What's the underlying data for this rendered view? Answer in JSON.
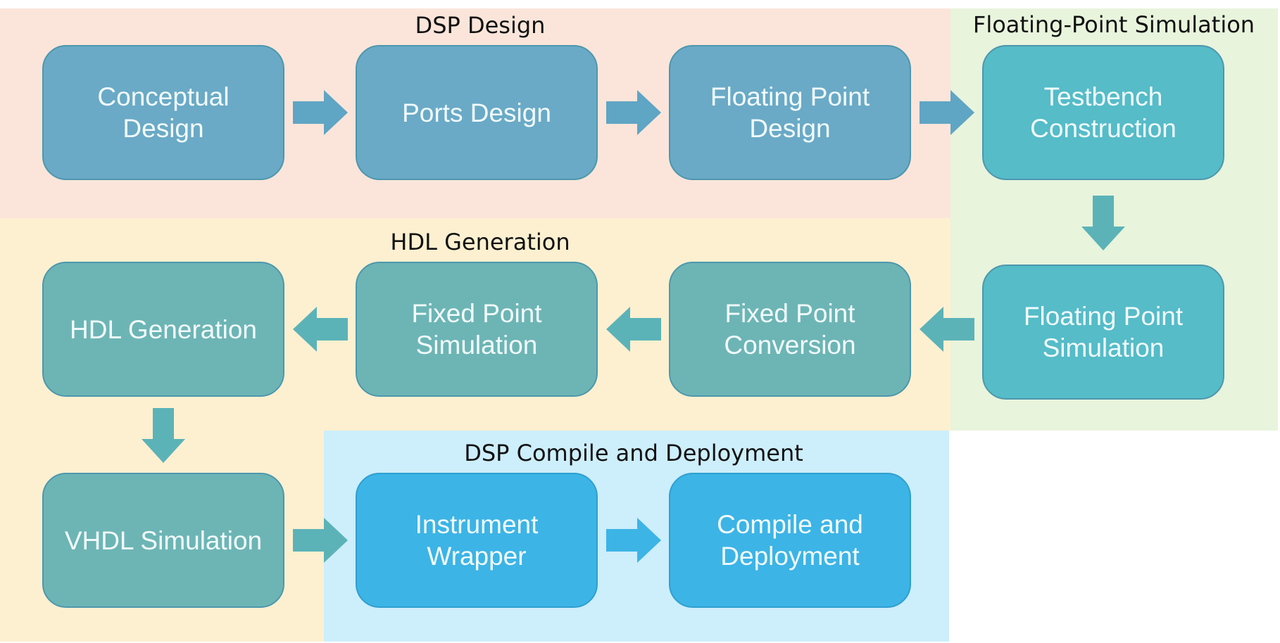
{
  "colors": {
    "dsp_design_bg": "#fbe5da",
    "hdl_generation_bg": "#fdf0d0",
    "floating_sim_bg": "#e8f4dc",
    "deployment_bg": "#cdeefb",
    "box_dsp_design": "#6aaac6",
    "box_floating_sim": "#55bcc8",
    "box_hdl_generation": "#6db5b5",
    "box_deployment": "#3cb4e6",
    "arrow_dsp": "#5fa5c4",
    "arrow_teal": "#5bb3b8",
    "arrow_blue": "#3cb4e6"
  },
  "regions": {
    "dsp_design": "DSP Design",
    "floating_sim": "Floating-Point Simulation",
    "hdl_generation": "HDL Generation",
    "deployment": "DSP Compile and Deployment"
  },
  "boxes": {
    "conceptual_design": "Conceptual\nDesign",
    "ports_design": "Ports Design",
    "floating_point_design": "Floating Point\nDesign",
    "testbench_construction": "Testbench\nConstruction",
    "floating_point_simulation": "Floating Point\nSimulation",
    "fixed_point_conversion": "Fixed Point\nConversion",
    "fixed_point_simulation": "Fixed Point\nSimulation",
    "hdl_generation": "HDL Generation",
    "vhdl_simulation": "VHDL Simulation",
    "instrument_wrapper": "Instrument\nWrapper",
    "compile_and_deployment": "Compile and\nDeployment"
  }
}
